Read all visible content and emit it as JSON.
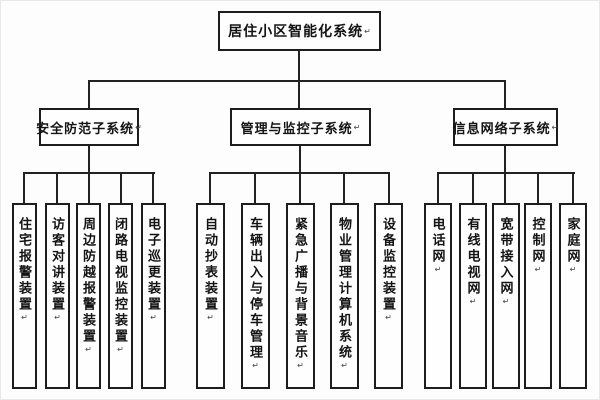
{
  "title": "居住小区智能化系统",
  "paragraph_mark": "↵",
  "branches": [
    {
      "label": "安全防范子系统",
      "children": [
        {
          "label": "住宅报警装置"
        },
        {
          "label": "访客对讲装置"
        },
        {
          "label": "周边防越报警装置"
        },
        {
          "label": "闭路电视监控装置"
        },
        {
          "label": "电子巡更装置"
        }
      ]
    },
    {
      "label": "管理与监控子系统",
      "children": [
        {
          "label": "自动抄表装置"
        },
        {
          "label": "车辆出入与停车管理"
        },
        {
          "label": "紧急广播与背景音乐"
        },
        {
          "label": "物业管理计算机系统"
        },
        {
          "label": "设备监控装置"
        }
      ]
    },
    {
      "label": "信息网络子系统",
      "children": [
        {
          "label": "电话网"
        },
        {
          "label": "有线电视网"
        },
        {
          "label": "宽带接入网"
        },
        {
          "label": "控制网"
        },
        {
          "label": "家庭网"
        }
      ]
    }
  ],
  "colors": {
    "line": "#222222",
    "box_border": "#1d1d1d",
    "text": "#141414",
    "background": "#fdfdfd"
  }
}
